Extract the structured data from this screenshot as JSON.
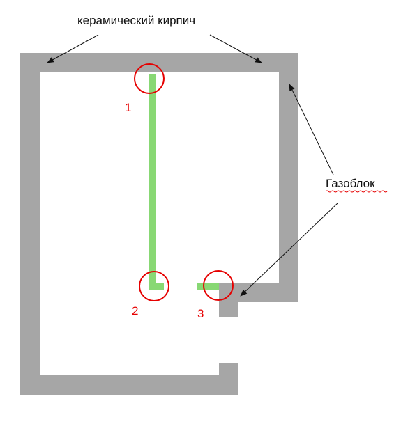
{
  "labels": {
    "ceramic_brick": "керамический кирпич",
    "gas_block": "Газоблок"
  },
  "markers": [
    {
      "number": "1"
    },
    {
      "number": "2"
    },
    {
      "number": "3"
    }
  ],
  "colors": {
    "wall": "#a6a6a6",
    "green_wall": "#88d874",
    "marker": "#e60000",
    "text": "#111111",
    "spellcheck_underline": "#e60000"
  }
}
